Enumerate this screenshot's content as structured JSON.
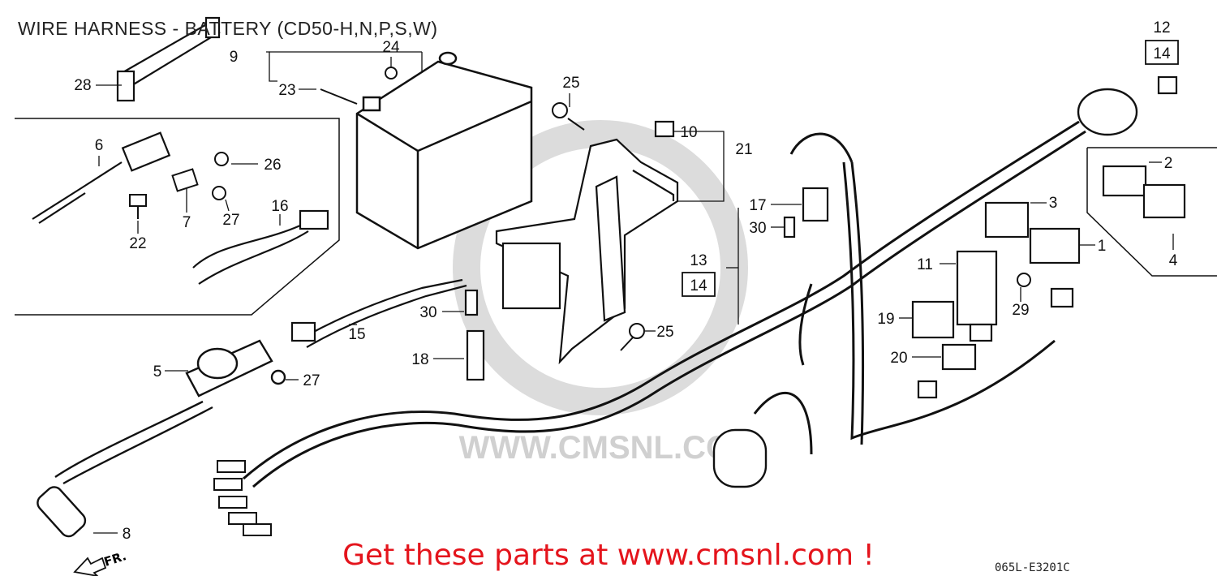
{
  "title": "WIRE HARNESS - BATTERY (CD50-H,N,P,S,W)",
  "promo": "Get these parts at www.cmsnl.com !",
  "diagram_code": "065L-E3201C",
  "direction_label": "FR.",
  "watermark": "WWW.CMSNL.COM",
  "callouts": [
    {
      "id": "c12",
      "label": "12"
    },
    {
      "id": "c14a",
      "label": "14",
      "boxed": true
    },
    {
      "id": "c28",
      "label": "28"
    },
    {
      "id": "c9",
      "label": "9"
    },
    {
      "id": "c24",
      "label": "24"
    },
    {
      "id": "c23",
      "label": "23"
    },
    {
      "id": "c25a",
      "label": "25"
    },
    {
      "id": "c10",
      "label": "10"
    },
    {
      "id": "c21",
      "label": "21"
    },
    {
      "id": "c6",
      "label": "6"
    },
    {
      "id": "c26",
      "label": "26"
    },
    {
      "id": "c7",
      "label": "7"
    },
    {
      "id": "c27a",
      "label": "27"
    },
    {
      "id": "c16",
      "label": "16"
    },
    {
      "id": "c22",
      "label": "22"
    },
    {
      "id": "c17",
      "label": "17"
    },
    {
      "id": "c30a",
      "label": "30"
    },
    {
      "id": "c13",
      "label": "13"
    },
    {
      "id": "c14b",
      "label": "14",
      "boxed": true
    },
    {
      "id": "c2",
      "label": "2"
    },
    {
      "id": "c3",
      "label": "3"
    },
    {
      "id": "c1",
      "label": "1"
    },
    {
      "id": "c4",
      "label": "4"
    },
    {
      "id": "c11",
      "label": "11"
    },
    {
      "id": "c29",
      "label": "29"
    },
    {
      "id": "c19",
      "label": "19"
    },
    {
      "id": "c20",
      "label": "20"
    },
    {
      "id": "c30b",
      "label": "30"
    },
    {
      "id": "c15",
      "label": "15"
    },
    {
      "id": "c25b",
      "label": "25"
    },
    {
      "id": "c18",
      "label": "18"
    },
    {
      "id": "c5",
      "label": "5"
    },
    {
      "id": "c27b",
      "label": "27"
    },
    {
      "id": "c8",
      "label": "8"
    }
  ]
}
